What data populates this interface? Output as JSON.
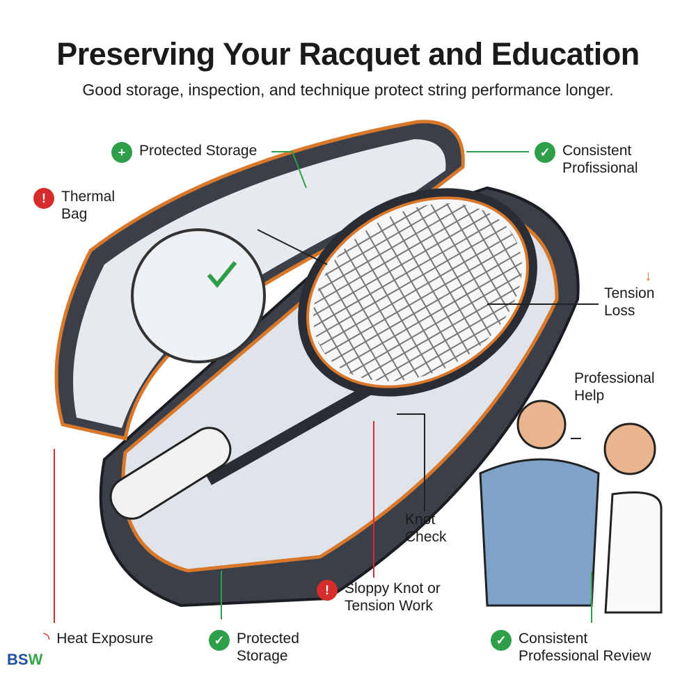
{
  "title": "Preserving Your Racquet and Education",
  "subtitle": "Good storage, inspection, and technique protect string performance longer.",
  "labels": {
    "protected_storage_top": "Protected Storage",
    "consistent_professional": "Consistent Profissional",
    "thermal_bag": "Thermal Bag",
    "tension_loss": "Tension Loss",
    "professional_help": "Professional Help",
    "knot_check": "Knot Check",
    "sloppy_knot": "Sloppy Knot or Tension Work",
    "heat_exposure": "Heat Exposure",
    "protected_storage_bottom": "Protected Storage",
    "consistent_review": "Consistent Professional Review"
  },
  "icons": {
    "good": "check-circle-icon",
    "plus": "plus-circle-icon",
    "warning": "warning-triangle-icon",
    "down": "arrow-down-icon"
  },
  "logo": {
    "text": "BSW"
  },
  "colors": {
    "green": "#2e9e48",
    "red": "#d62c2c",
    "orange": "#d9772b",
    "bag": "#3a3f48"
  }
}
